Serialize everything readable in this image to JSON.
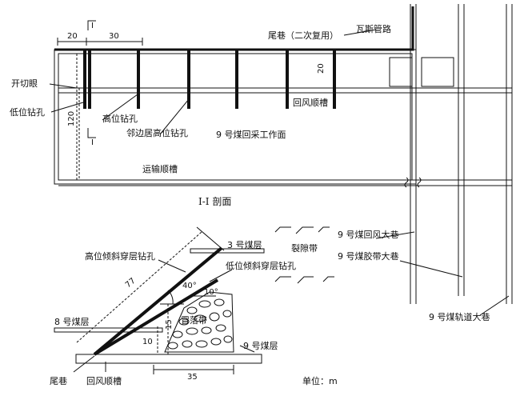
{
  "plan": {
    "tail_roadway": "尾巷（二次复用）",
    "gas_pipeline": "瓦斯管路",
    "open_cut": "开切眼",
    "low_borehole": "低位钻孔",
    "high_borehole": "高位钻孔",
    "neighbor_high_borehole": "邻边居高位钻孔",
    "return_air_trough": "回风顺槽",
    "working_face": "9 号煤回采工作面",
    "haulage_trough": "运输顺槽",
    "section_mark": "I",
    "dim_20_top": "20",
    "dim_30_top": "30",
    "dim_20_side": "20",
    "dim_120": "120"
  },
  "roadways": {
    "return_main": "9 号煤回风大巷",
    "belt_main": "9 号煤胶带大巷",
    "track_main": "9 号煤轨道大巷"
  },
  "section": {
    "title": "I-I 剖面",
    "coal3": "3 号煤层",
    "fracture_zone": "裂隙带",
    "high_inclined": "高位倾斜穿层钻孔",
    "low_inclined": "低位倾斜穿层钻孔",
    "angle40": "40°",
    "angle10": "10°",
    "len77": "77",
    "coal8": "8 号煤层",
    "caving_zone": "冒落带",
    "dim15": "15",
    "dim10": "10",
    "coal9": "9 号煤层",
    "dim35": "35",
    "tail": "尾巷",
    "return_trough": "回风顺槽",
    "unit": "单位：m"
  }
}
